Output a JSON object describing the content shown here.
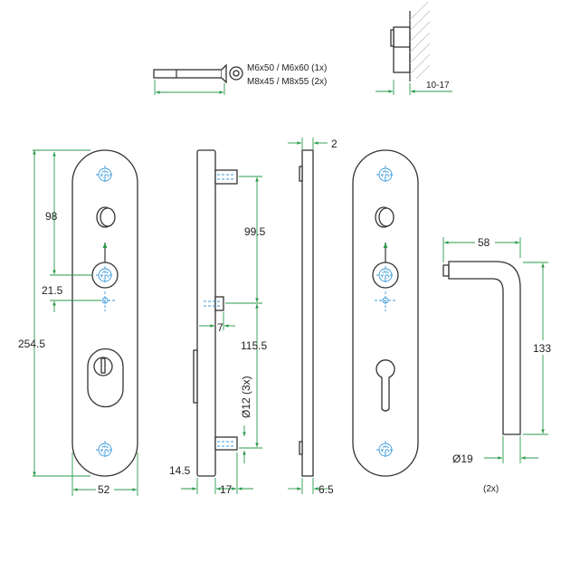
{
  "screw": {
    "spec_line1": "M6x50 / M6x60 (1x)",
    "spec_line2": "M8x45 / M8x55 (2x)"
  },
  "wall": {
    "thickness": "10-17"
  },
  "front_view": {
    "height": "254.5",
    "top_to_handle": "98",
    "handle_to_axis": "21.5",
    "width": "52"
  },
  "side_view": {
    "pin_spacing_upper": "99.5",
    "pin_spacing_lower": "115.5",
    "pin_diameter": "Ø12 (3x)",
    "pin_short": "7",
    "bottom_offset": "14.5",
    "depth": "17"
  },
  "back_plate": {
    "thickness_top": "2",
    "thickness_bottom": "6.5"
  },
  "handle": {
    "reach": "58",
    "height": "133",
    "diameter": "Ø19",
    "quantity": "(2x)"
  }
}
